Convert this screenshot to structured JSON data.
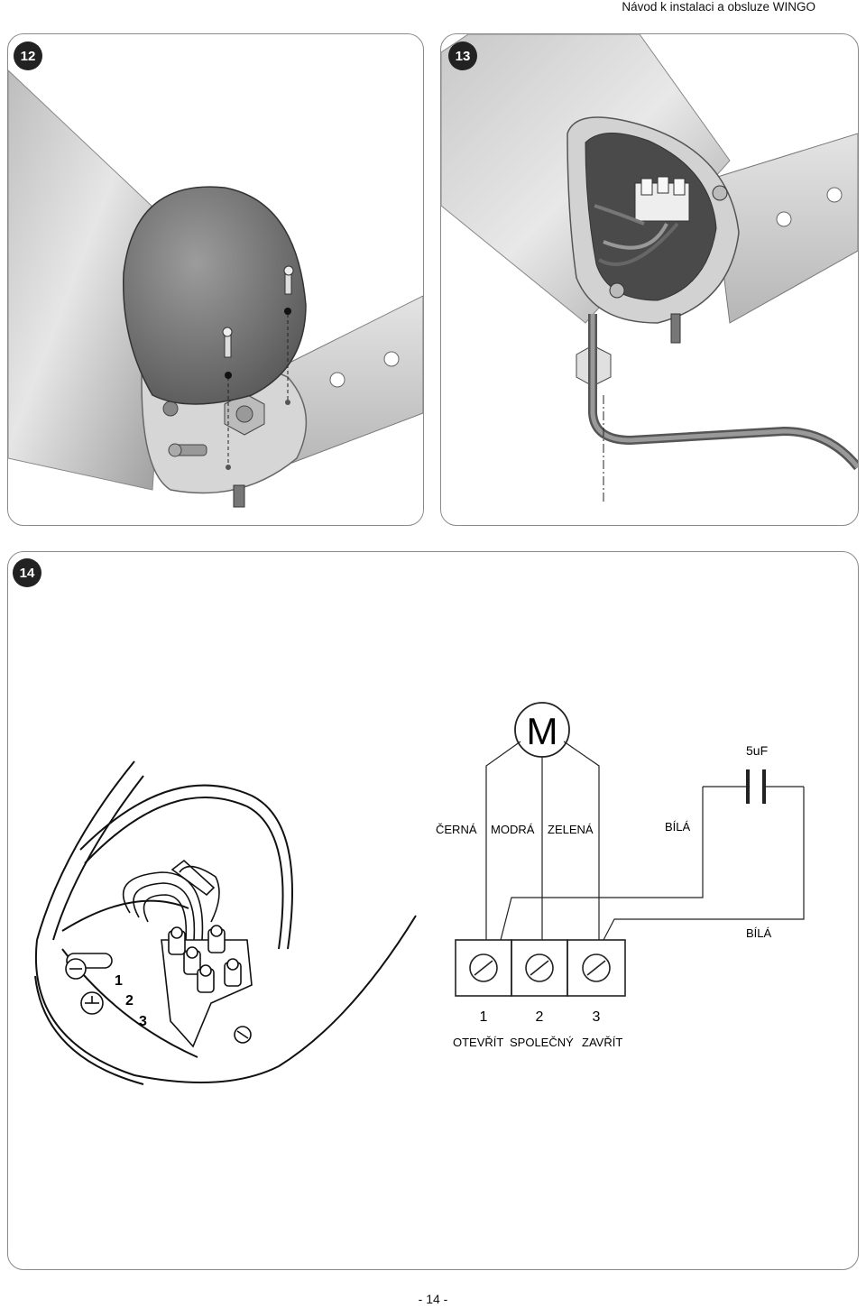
{
  "header": {
    "title": "Návod  k instalaci a obsluze WINGO"
  },
  "figures": [
    {
      "number": "12"
    },
    {
      "number": "13"
    },
    {
      "number": "14"
    }
  ],
  "figure14": {
    "motor_symbol": "M",
    "capacitor_label": "5uF",
    "terminal_numbers": [
      "1",
      "2",
      "3"
    ],
    "detail_terminal_labels": [
      "1",
      "2",
      "3"
    ],
    "wires": {
      "black": "ČERNÁ",
      "blue": "MODRÁ",
      "green": "ZELENÁ",
      "white_top": "BÍLÁ",
      "white_right": "BÍLÁ"
    },
    "terminal_labels": [
      "OTEVŘÍT",
      "SPOLEČNÝ",
      "ZAVŘÍT"
    ]
  },
  "footer": {
    "page_number": "- 14 -"
  }
}
